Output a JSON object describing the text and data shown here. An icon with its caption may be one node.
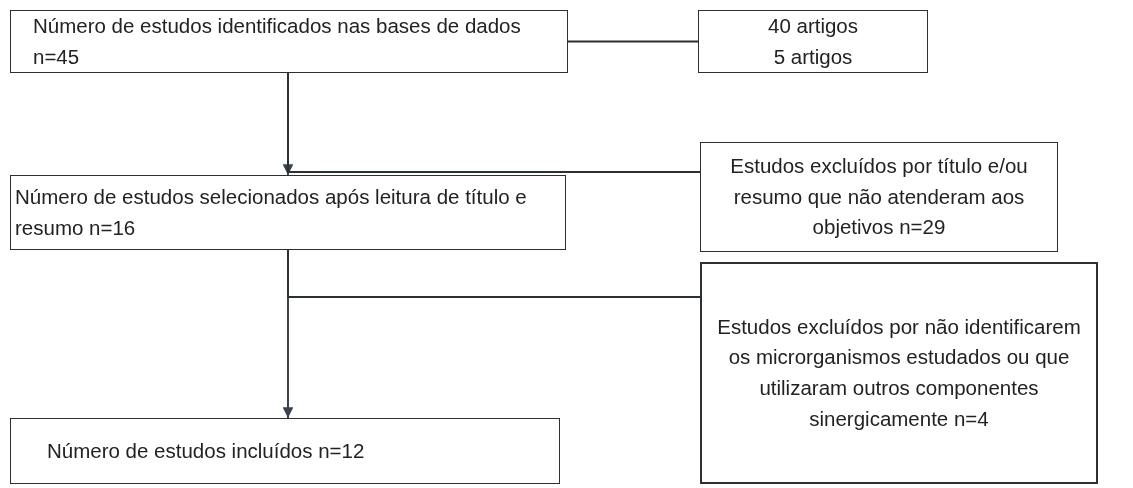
{
  "diagram": {
    "nodes": [
      {
        "text": [
          "Número de estudos identificados nas bases de dados n=45"
        ]
      },
      {
        "text": [
          "40 artigos",
          "5 artigos"
        ]
      },
      {
        "text": [
          "Número de estudos selecionados após leitura de título e resumo n=16"
        ]
      },
      {
        "text": [
          "Estudos excluídos por título e/ou resumo que não atenderam aos objetivos n=29"
        ]
      },
      {
        "text": [
          "Estudos excluídos por não identificarem os microrganismos estudados ou que utilizaram outros componentes sinergicamente n=4"
        ]
      },
      {
        "text": [
          "Número de estudos incluídos n=12"
        ]
      }
    ],
    "edges": [
      {
        "from": 0,
        "to": 1,
        "arrow": "none"
      },
      {
        "from": 0,
        "to": 2,
        "arrow": "to"
      },
      {
        "from": 0,
        "to": 3,
        "arrow": "none"
      },
      {
        "from": 2,
        "to": 5,
        "arrow": "to"
      },
      {
        "from": 2,
        "to": 4,
        "arrow": "none"
      }
    ]
  }
}
